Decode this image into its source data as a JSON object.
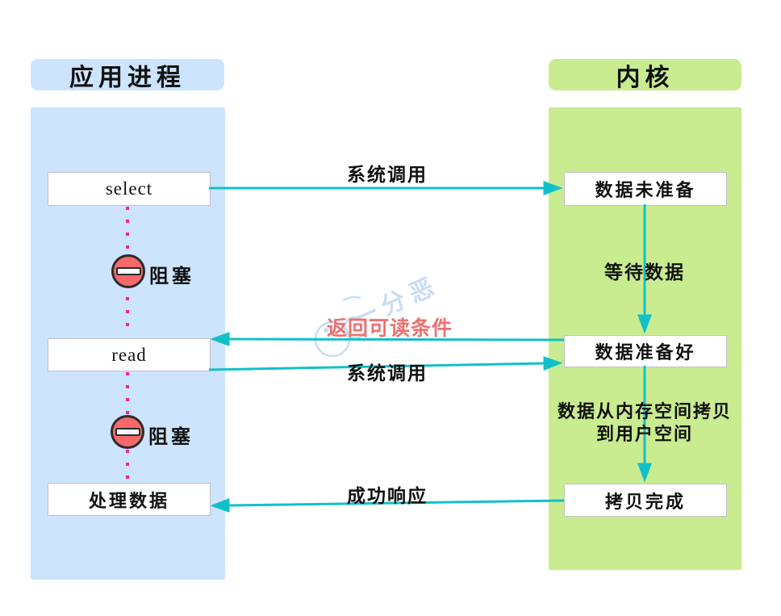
{
  "colors": {
    "panel_blue": "#cce4fc",
    "panel_green": "#c9ec90",
    "arrow_teal": "#12c0c9",
    "block_dot_pink": "#f3268f",
    "block_icon_red": "#f8696b",
    "return_label_pink": "#ee7170",
    "watermark_blue": "#c9ddf2"
  },
  "left": {
    "title": "应用进程",
    "nodes": [
      {
        "label": "select"
      },
      {
        "label": "read"
      },
      {
        "label": "处理数据"
      }
    ],
    "blocks": [
      {
        "label": "阻塞"
      },
      {
        "label": "阻塞"
      }
    ]
  },
  "right": {
    "title": "内核",
    "nodes": [
      {
        "label": "数据未准备"
      },
      {
        "label": "数据准备好"
      },
      {
        "label": "拷贝完成"
      }
    ]
  },
  "arrows": [
    {
      "label": "系统调用",
      "from": "select",
      "to": "数据未准备",
      "direction": "right"
    },
    {
      "label": "等待数据",
      "from": "数据未准备",
      "to": "数据准备好",
      "direction": "down"
    },
    {
      "label": "返回可读条件",
      "from": "数据准备好",
      "to": "read",
      "direction": "left"
    },
    {
      "label": "系统调用",
      "from": "read",
      "to": "数据准备好",
      "direction": "right"
    },
    {
      "label": "数据从内存空间拷贝",
      "label2": "到用户空间",
      "from": "数据准备好",
      "to": "拷贝完成",
      "direction": "down"
    },
    {
      "label": "成功响应",
      "from": "拷贝完成",
      "to": "处理数据",
      "direction": "left"
    }
  ],
  "watermark": {
    "text": "一分恶"
  }
}
